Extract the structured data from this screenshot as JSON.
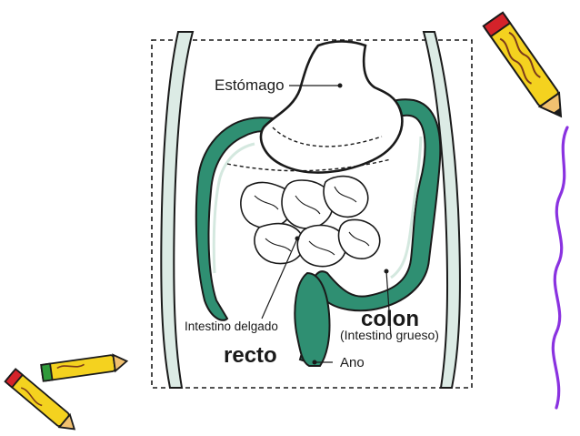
{
  "diagram": {
    "labels": {
      "stomach": "Estómago",
      "small_intestine": "Intestino delgado",
      "rectum": "recto",
      "colon": "colon",
      "colon_note": "(Intestino grueso)",
      "anus": "Ano"
    },
    "colors": {
      "organ_green": "#2f8f72",
      "organ_green_dark": "#1f6e55",
      "body_tint": "#dcebe5",
      "outline": "#1a1a1a"
    }
  },
  "decorations": {
    "top_right": "crayon-icon",
    "right": "squiggle-line",
    "bottom_left": "crayons-icon"
  }
}
